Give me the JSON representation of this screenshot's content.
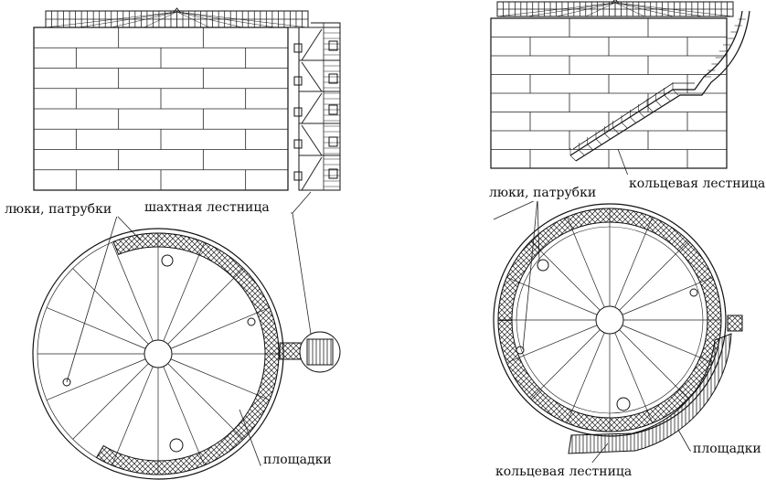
{
  "labels": {
    "hatches_left": "люки, патрубки",
    "shaft_stair": "шахтная лестница",
    "platforms_left": "площадки",
    "ring_stair_top": "кольцевая лестница",
    "hatches_right": "люки, патрубки",
    "platforms_right": "площадки",
    "ring_stair_bottom": "кольцевая лестница"
  },
  "colors": {
    "ink": "#111111",
    "paper": "#ffffff"
  },
  "figures": [
    {
      "name": "tank-with-shaft-stair",
      "views": [
        "elevation",
        "plan"
      ],
      "plan_segments": 16
    },
    {
      "name": "tank-with-ring-stair",
      "views": [
        "elevation",
        "plan"
      ],
      "plan_segments": 16
    }
  ]
}
